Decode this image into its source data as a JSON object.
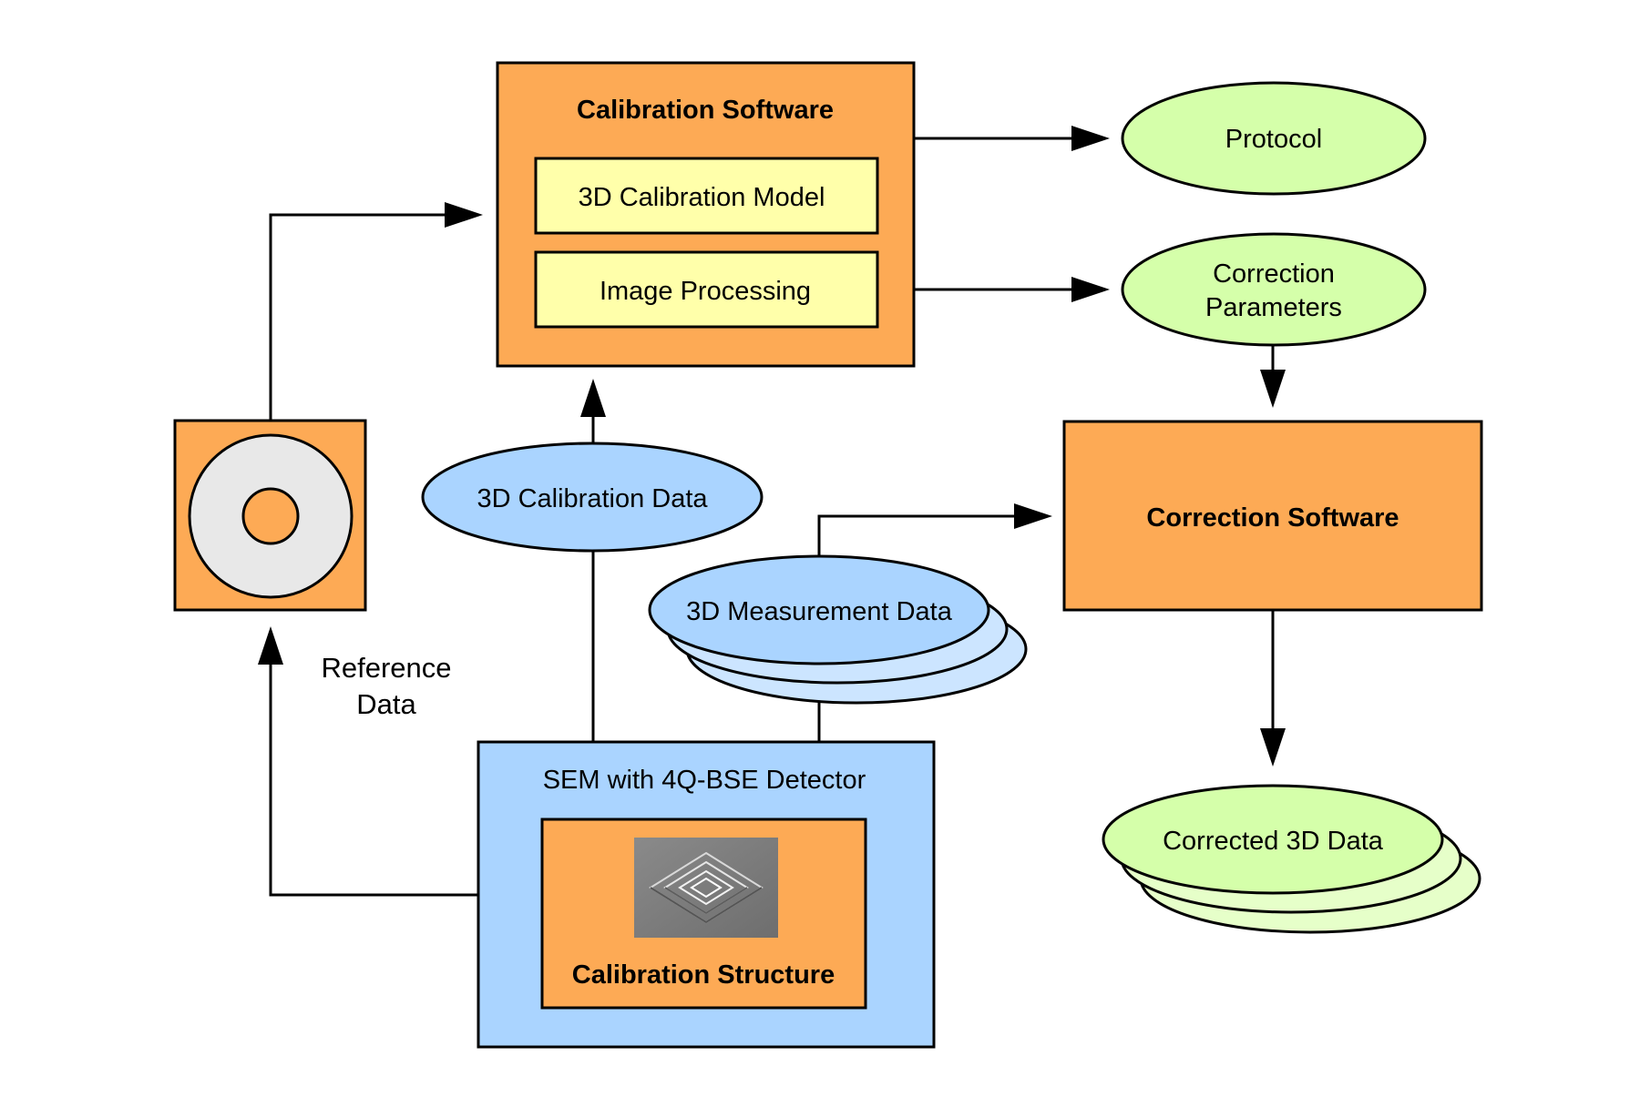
{
  "colors": {
    "orange": "#FDAA55",
    "light_yellow": "#FFFFAA",
    "light_blue": "#AAD4FF",
    "light_blue_stack": "#CCE5FF",
    "light_green": "#D5FFAA",
    "light_green_stack": "#E6FFC9",
    "disc_gray": "#E8E8E8",
    "stroke": "#000000"
  },
  "calibration_software": {
    "title": "Calibration Software",
    "model_label": "3D Calibration Model",
    "processing_label": "Image Processing"
  },
  "outputs": {
    "protocol": "Protocol",
    "correction_parameters_line1": "Correction",
    "correction_parameters_line2": "Parameters"
  },
  "correction_software": {
    "title": "Correction Software"
  },
  "reference": {
    "line1": "Reference",
    "line2": "Data",
    "disc_icon": "reference-disc-icon"
  },
  "calibration_data": {
    "label": "3D Calibration Data"
  },
  "measurement_data": {
    "label": "3D Measurement Data"
  },
  "sem": {
    "title": "SEM with 4Q-BSE Detector",
    "structure_label": "Calibration Structure",
    "structure_image": "pyramid-structure-image"
  },
  "corrected_data": {
    "label": "Corrected 3D Data"
  }
}
